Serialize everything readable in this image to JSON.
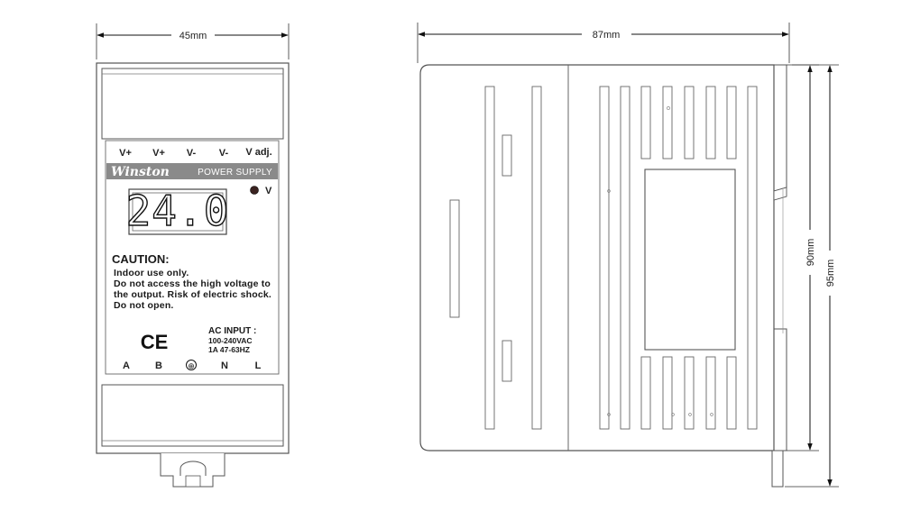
{
  "front_view": {
    "width_dimension": "45mm",
    "terminals_top": [
      "V+",
      "V+",
      "V-",
      "V-",
      "V adj."
    ],
    "brand": "Winston",
    "product_label": "POWER SUPPLY",
    "display_value": "24.0",
    "indicator_label": "V",
    "caution": {
      "title": "CAUTION:",
      "lines": [
        "Indoor use only.",
        "Do not access the high voltage to",
        "the output. Risk of electric shock.",
        "Do not open."
      ]
    },
    "ce_mark": "CE",
    "ac_input": {
      "title": "AC INPUT :",
      "voltage": "100-240VAC",
      "current_freq": "1A  47-63HZ"
    },
    "terminals_bottom": [
      "A",
      "B",
      "⊕",
      "N",
      "L"
    ]
  },
  "side_view": {
    "depth_dimension": "87mm",
    "height_dimension_inner": "90mm",
    "height_dimension_outer": "95mm"
  }
}
